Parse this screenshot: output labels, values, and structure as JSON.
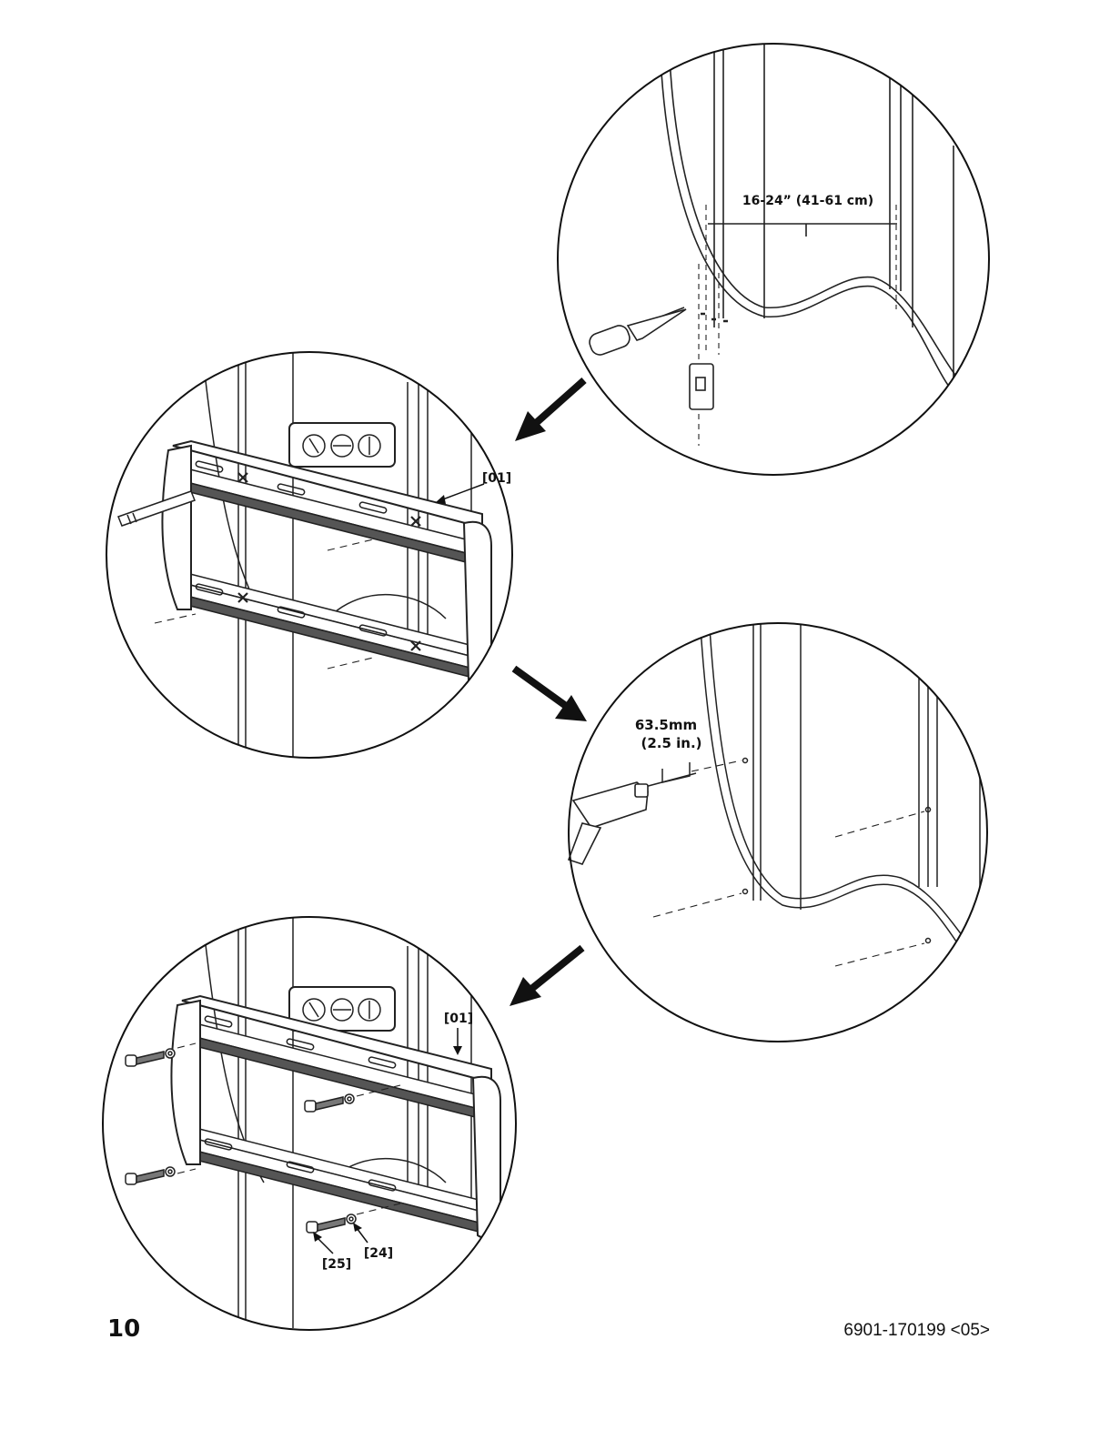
{
  "page": {
    "number": "10",
    "doc_code": "6901-170199 <05>"
  },
  "step1": {
    "stud_spacing": "16-24” (41-61 cm)"
  },
  "step2": {
    "bracket_label": "[01]"
  },
  "step3": {
    "depth_mm": "63.5mm",
    "depth_in": "(2.5 in.)"
  },
  "step4": {
    "bracket_label": "[01]",
    "screw_label": "[25]",
    "washer_label": "[24]"
  },
  "icons": [
    "stud-finder-awl-icon",
    "drill-icon",
    "arrow-icon",
    "lag-screw-icon",
    "washer-icon"
  ]
}
